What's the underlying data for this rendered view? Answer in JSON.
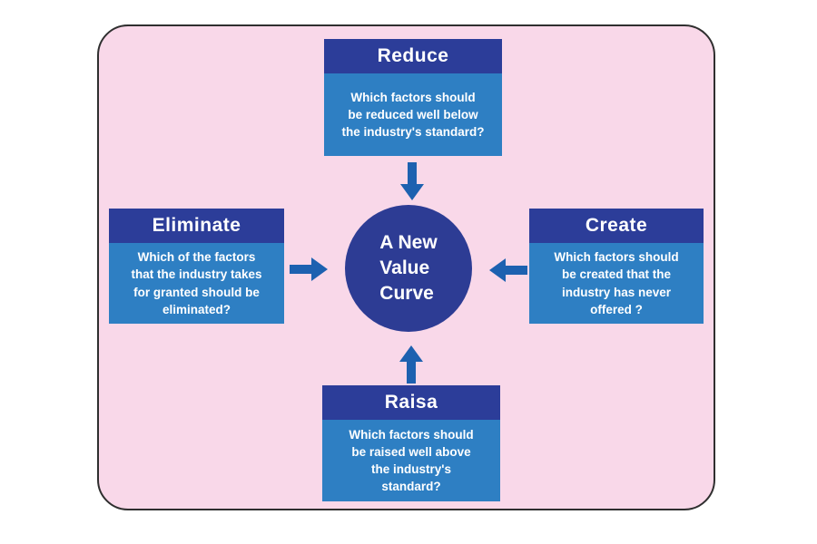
{
  "diagram": {
    "center": {
      "label": "A New\nValue\nCurve"
    },
    "boxes": {
      "top": {
        "title": "Reduce",
        "body": "Which factors should\nbe reduced well below\nthe industry's standard?"
      },
      "left": {
        "title": "Eliminate",
        "body": "Which of the factors\nthat the industry takes\nfor granted should be\neliminated?"
      },
      "right": {
        "title": "Create",
        "body": "Which factors should\nbe created that the\nindustry has never\noffered ?"
      },
      "bottom": {
        "title": "Raisa",
        "body": "Which factors should\nbe raised well above\nthe industry's\nstandard?"
      }
    },
    "colors": {
      "panel_background": "#f9d8e9",
      "panel_border": "#2f2f2f",
      "header_blue": "#2c3d99",
      "body_blue": "#2e7fc3",
      "circle_blue": "#2d3c94",
      "arrow_blue": "#1d61b0",
      "text": "#ffffff"
    }
  }
}
